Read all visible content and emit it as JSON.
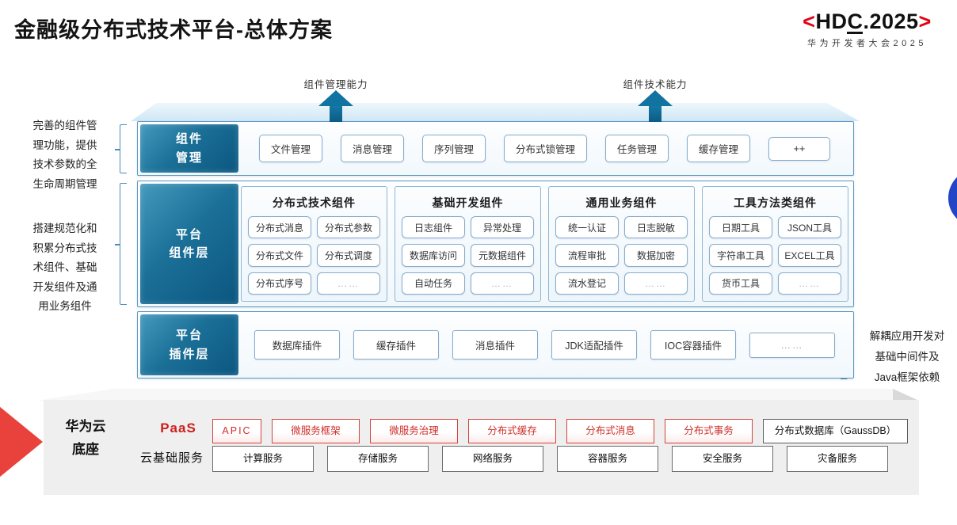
{
  "title": "金融级分布式技术平台-总体方案",
  "logo": {
    "angle_left": "<",
    "part1": "HD",
    "part_c": "C",
    "part2": ".2025",
    "angle_right": ">",
    "subtitle": "华为开发者大会2025"
  },
  "arrows": {
    "mgmt_label": "组件管理能力",
    "tech_label": "组件技术能力"
  },
  "notes": {
    "note1": "完善的组件管\n理功能，提供\n技术参数的全\n生命周期管理",
    "note2": "搭建规范化和\n积累分布式技\n术组件、基础\n开发组件及通\n用业务组件",
    "note3": "解耦应用开发对\n基础中间件及\nJava框架依赖"
  },
  "rows": {
    "component_mgmt": {
      "label": "组件\n管理",
      "items": [
        "文件管理",
        "消息管理",
        "序列管理",
        "分布式锁管理",
        "任务管理",
        "缓存管理",
        "++"
      ]
    },
    "platform_components": {
      "label": "平台\n组件层",
      "groups": [
        {
          "title": "分布式技术组件",
          "items": [
            "分布式消息",
            "分布式参数",
            "分布式文件",
            "分布式调度",
            "分布式序号",
            "……"
          ]
        },
        {
          "title": "基础开发组件",
          "items": [
            "日志组件",
            "异常处理",
            "数据库访问",
            "元数据组件",
            "自动任务",
            "……"
          ]
        },
        {
          "title": "通用业务组件",
          "items": [
            "统一认证",
            "日志脱敏",
            "流程审批",
            "数据加密",
            "流水登记",
            "……"
          ]
        },
        {
          "title": "工具方法类组件",
          "items": [
            "日期工具",
            "JSON工具",
            "字符串工具",
            "EXCEL工具",
            "货币工具",
            "……"
          ]
        }
      ]
    },
    "platform_plugins": {
      "label": "平台\n插件层",
      "items": [
        "数据库插件",
        "缓存插件",
        "消息插件",
        "JDK适配插件",
        "IOC容器插件",
        "……"
      ]
    }
  },
  "foundation": {
    "label": "华为云\n底座",
    "paas": {
      "label": "PaaS",
      "items": [
        "APIC",
        "微服务框架",
        "微服务治理",
        "分布式缓存",
        "分布式消息",
        "分布式事务"
      ],
      "db_item": "分布式数据库（GaussDB）"
    },
    "cloud": {
      "label": "云基础服务",
      "items": [
        "计算服务",
        "存储服务",
        "网络服务",
        "容器服务",
        "安全服务",
        "灾备服务"
      ]
    }
  },
  "colors": {
    "accent_red": "#e60012",
    "box_red": "#cf2e28",
    "teal": "#0c5b84",
    "bracket_blue": "#4d8cb8",
    "circle_blue": "#2444c6",
    "slab_gray": "#f0efef"
  }
}
